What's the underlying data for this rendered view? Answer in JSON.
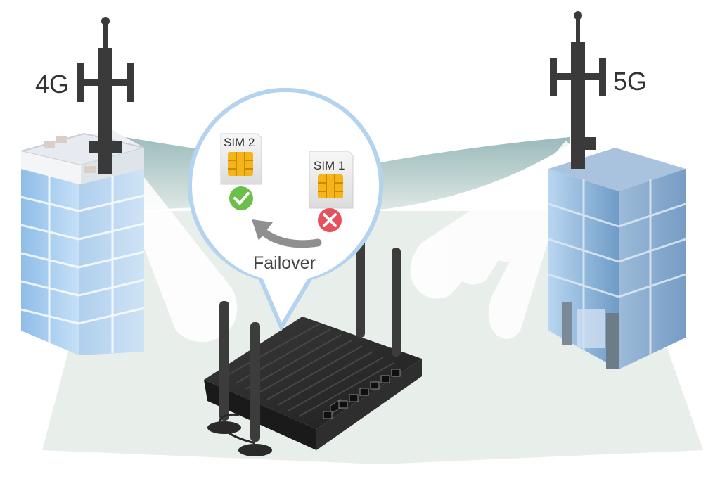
{
  "towers": {
    "left_label": "4G",
    "right_label": "5G"
  },
  "callout": {
    "sim_primary": {
      "label": "SIM 1",
      "status": "failed",
      "status_color": "#e8505b"
    },
    "sim_backup": {
      "label": "SIM 2",
      "status": "active",
      "status_color": "#6cc04a"
    },
    "action_label": "Failover"
  },
  "colors": {
    "sim_gold": "#f4b41a",
    "bubble_ring": "#b3d3ee",
    "beam_4g": "#bcd3d6",
    "beam_5g": "#a9c3c6",
    "floor_shadow": "#dde4de",
    "building_glass": "#9ec6ea",
    "router_body": "#2b2b2b",
    "arrow_gray": "#8f8f8f"
  },
  "icons": [
    "cell-tower-icon",
    "sim-card-icon",
    "check-icon",
    "cross-icon",
    "failover-arrow-icon"
  ]
}
